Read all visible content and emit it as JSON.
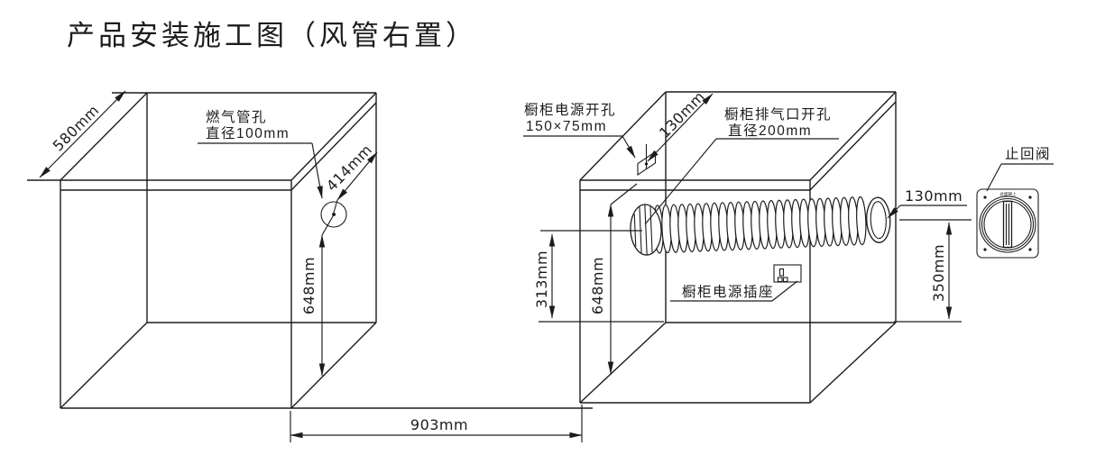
{
  "title": "产品安装施工图（风管右置）",
  "labels": {
    "gas_pipe_hole": {
      "name": "燃气管孔",
      "spec": "直径100mm"
    },
    "cabinet_power_cutout": {
      "name": "橱柜电源开孔",
      "spec": "150×75mm"
    },
    "cabinet_exhaust_cutout": {
      "name": "橱柜排气口开孔",
      "spec": "直径200mm"
    },
    "cabinet_power_socket": "橱柜电源插座",
    "check_valve": "止回阀",
    "check_valve_marking": "此面朝上"
  },
  "dimensions": {
    "countertop_depth": "580mm",
    "gas_hole_from_back": "414mm",
    "gas_hole_height": "648mm",
    "power_cutout_from_back": "130mm",
    "duct_center_height": "313mm",
    "cabinet_inner_height": "648mm",
    "duct_outlet_offset": "130mm",
    "duct_outlet_height": "350mm",
    "cabinet_opening_width": "903mm"
  }
}
